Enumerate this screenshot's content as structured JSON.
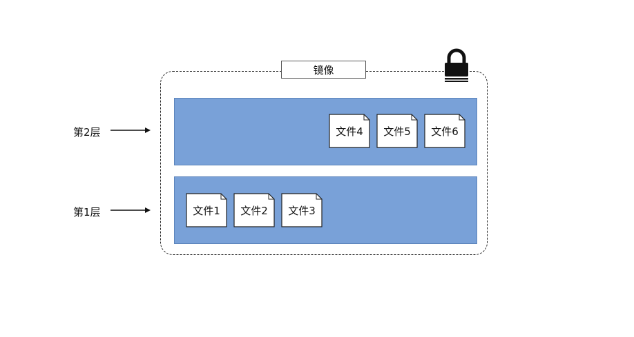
{
  "image": {
    "title": "镜像",
    "lock_icon": "lock-icon"
  },
  "layers": [
    {
      "label": "第2层",
      "files": [
        "文件4",
        "文件5",
        "文件6"
      ]
    },
    {
      "label": "第1层",
      "files": [
        "文件1",
        "文件2",
        "文件3"
      ]
    }
  ],
  "colors": {
    "layer_fill": "#79a1d8",
    "layer_border": "#5c84bb",
    "file_fill": "#ffffff",
    "outline": "#222222"
  }
}
